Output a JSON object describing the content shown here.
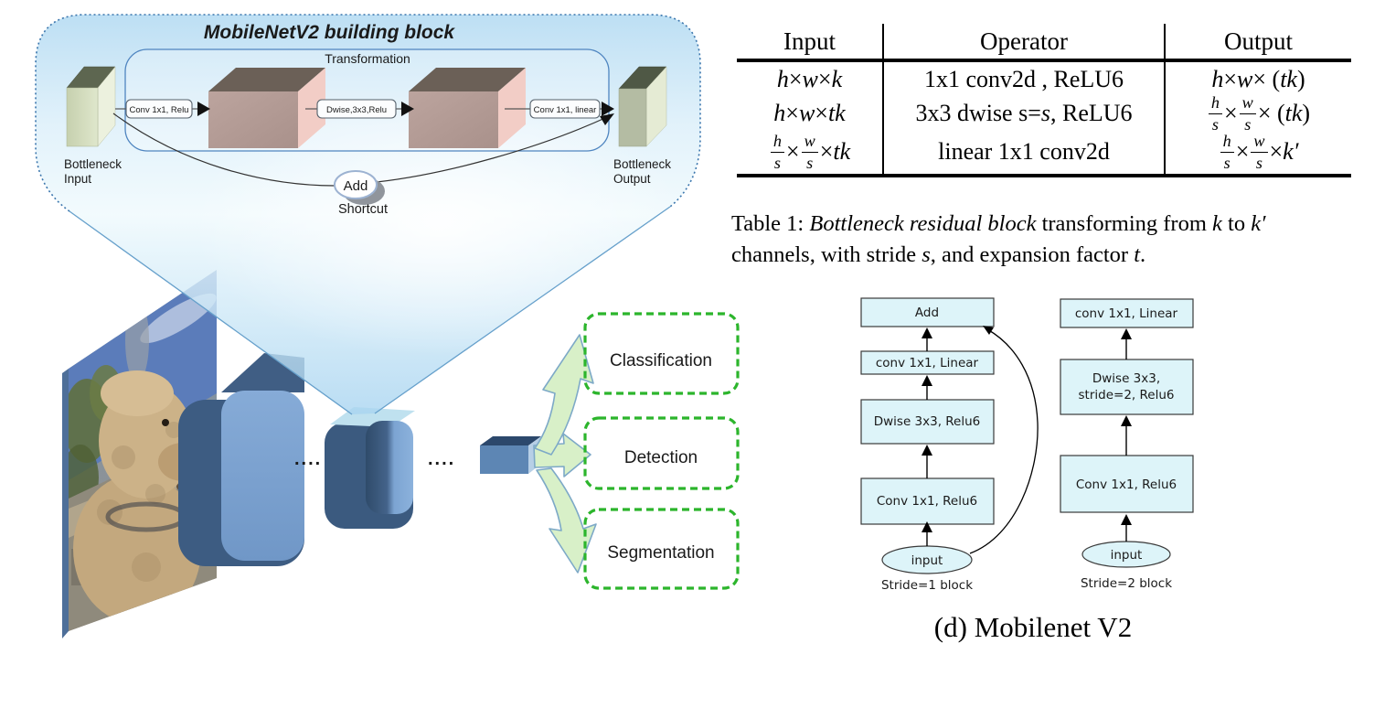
{
  "colors": {
    "funnel_blue": "#cfe8f7",
    "container_border": "#3b76ad",
    "cube_front": "#b29a94",
    "cube_top": "#6b6057",
    "cube_side": "#f2cdc6",
    "bottleneck_green": "#dfe7cc",
    "slab_blue": "#7ba3d1",
    "slab_dark": "#3d5c82",
    "arrow_green_fill": "#d8f0c8",
    "arrow_green_stroke": "#7da9c7",
    "dashed_green": "#2cb52c",
    "flow_box_cyan": "#ddf4f9"
  },
  "building_block": {
    "title": "MobileNetV2 building block",
    "transformation_label": "Transformation",
    "input_label_lines": [
      "Bottleneck",
      "Input"
    ],
    "output_label_lines": [
      "Bottleneck",
      "Output"
    ],
    "ops": [
      "Conv 1x1, Relu",
      "Dwise,3x3,Relu",
      "Conv 1x1, linear"
    ],
    "add_label": "Add",
    "shortcut_label": "Shortcut"
  },
  "pipeline": {
    "dots": "....",
    "tasks": [
      "Classification",
      "Detection",
      "Segmentation"
    ]
  },
  "table": {
    "headers": [
      "Input",
      "Operator",
      "Output"
    ],
    "rows": [
      {
        "input": [
          {
            "t": "i",
            "v": "h"
          },
          {
            "t": "n",
            "v": " × "
          },
          {
            "t": "i",
            "v": "w"
          },
          {
            "t": "n",
            "v": " × "
          },
          {
            "t": "i",
            "v": "k"
          }
        ],
        "operator": [
          {
            "t": "n",
            "v": "1x1 conv2d , ReLU6"
          }
        ],
        "output": [
          {
            "t": "i",
            "v": "h"
          },
          {
            "t": "n",
            "v": " × "
          },
          {
            "t": "i",
            "v": "w"
          },
          {
            "t": "n",
            "v": " × ("
          },
          {
            "t": "i",
            "v": "tk"
          },
          {
            "t": "n",
            "v": ")"
          }
        ]
      },
      {
        "input": [
          {
            "t": "i",
            "v": "h"
          },
          {
            "t": "n",
            "v": " × "
          },
          {
            "t": "i",
            "v": "w"
          },
          {
            "t": "n",
            "v": " × "
          },
          {
            "t": "i",
            "v": "tk"
          }
        ],
        "operator": [
          {
            "t": "n",
            "v": "3x3 dwise s="
          },
          {
            "t": "i",
            "v": "s"
          },
          {
            "t": "n",
            "v": ", ReLU6"
          }
        ],
        "output": [
          {
            "t": "f",
            "num": "h",
            "den": "s"
          },
          {
            "t": "n",
            "v": " × "
          },
          {
            "t": "f",
            "num": "w",
            "den": "s"
          },
          {
            "t": "n",
            "v": " × ("
          },
          {
            "t": "i",
            "v": "tk"
          },
          {
            "t": "n",
            "v": ")"
          }
        ]
      },
      {
        "input": [
          {
            "t": "f",
            "num": "h",
            "den": "s"
          },
          {
            "t": "n",
            "v": " × "
          },
          {
            "t": "f",
            "num": "w",
            "den": "s"
          },
          {
            "t": "n",
            "v": " × "
          },
          {
            "t": "i",
            "v": "tk"
          }
        ],
        "operator": [
          {
            "t": "n",
            "v": "linear 1x1 conv2d"
          }
        ],
        "output": [
          {
            "t": "f",
            "num": "h",
            "den": "s"
          },
          {
            "t": "n",
            "v": " × "
          },
          {
            "t": "f",
            "num": "w",
            "den": "s"
          },
          {
            "t": "n",
            "v": " × "
          },
          {
            "t": "i",
            "v": "k′"
          }
        ]
      }
    ]
  },
  "table_caption": {
    "tokens": [
      {
        "t": "n",
        "v": "Table 1: "
      },
      {
        "t": "i",
        "v": "Bottleneck residual block"
      },
      {
        "t": "n",
        "v": " transforming from "
      },
      {
        "t": "i",
        "v": "k"
      },
      {
        "t": "n",
        "v": " to "
      },
      {
        "t": "i",
        "v": "k′"
      },
      {
        "t": "n",
        "v": " channels, with stride "
      },
      {
        "t": "i",
        "v": "s"
      },
      {
        "t": "n",
        "v": ", and expansion factor "
      },
      {
        "t": "i",
        "v": "t"
      },
      {
        "t": "n",
        "v": "."
      }
    ]
  },
  "flow": {
    "stride1": {
      "caption": "Stride=1 block",
      "input": "input",
      "boxes": [
        "Conv 1x1, Relu6",
        "Dwise 3x3, Relu6",
        "conv 1x1, Linear",
        "Add"
      ]
    },
    "stride2": {
      "caption": "Stride=2 block",
      "input": "input",
      "box1": "Conv 1x1, Relu6",
      "box2_lines": [
        "Dwise 3x3,",
        "stride=2, Relu6"
      ],
      "box3": "conv 1x1, Linear"
    }
  },
  "subfigure_label": "(d) Mobilenet V2"
}
